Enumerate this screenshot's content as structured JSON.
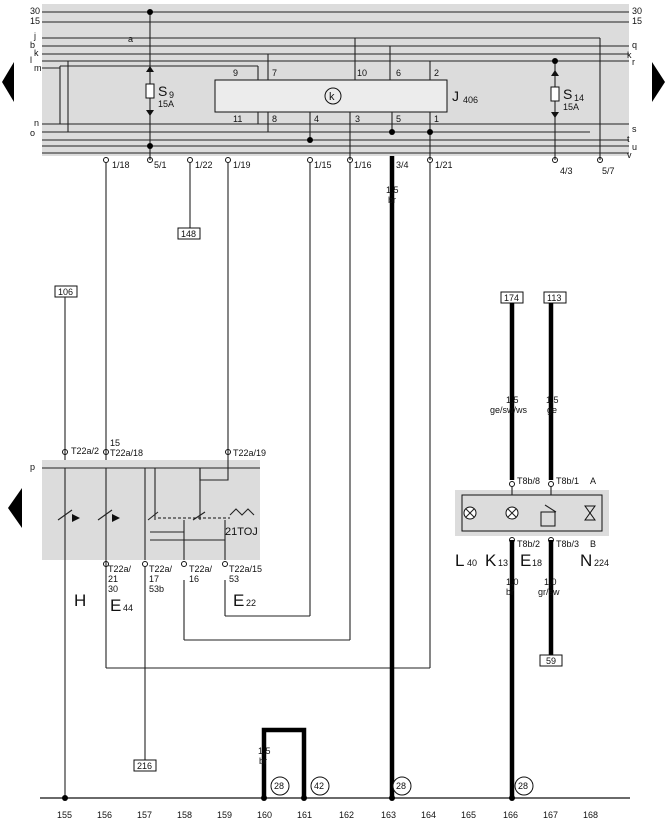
{
  "diagram": {
    "top_rails": {
      "left": [
        "30",
        "15"
      ],
      "right": [
        "30",
        "15"
      ]
    },
    "left_letters": [
      "j",
      "b",
      "k",
      "l",
      "m",
      "n",
      "o"
    ],
    "small_label_a": "a",
    "right_letters_top": [
      "q",
      "k",
      "r"
    ],
    "right_letters_bottom": [
      "s",
      "t",
      "u",
      "v"
    ],
    "fuse_s9": {
      "name": "S",
      "sub": "9",
      "rating": "15A"
    },
    "fuse_s14": {
      "name": "S",
      "sub": "14",
      "rating": "15A"
    },
    "relay": {
      "name": "J",
      "sub": "406",
      "symbol": "k"
    },
    "relay_pins_top": [
      "9",
      "7",
      "10",
      "6",
      "2"
    ],
    "relay_pins_bottom": [
      "11",
      "8",
      "4",
      "3",
      "5",
      "1"
    ],
    "connectors_top": [
      "1/18",
      "5/1",
      "1/22",
      "1/19",
      "1/15",
      "1/16",
      "3/4",
      "1/21",
      "4/3",
      "5/7"
    ],
    "wire_center": {
      "size": "1,5",
      "color": "br"
    },
    "ref_148": "148",
    "ref_106": "106",
    "ref_174": "174",
    "ref_113": "113",
    "ref_59": "59",
    "ref_216": "216",
    "wire_174": {
      "size": "1,5",
      "color": "ge/sw/ws"
    },
    "wire_113": {
      "size": "1,5",
      "color": "ge"
    },
    "left_switch_connectors_top": [
      "T22a/2",
      "15",
      "T22a/18",
      "T22a/19"
    ],
    "left_p": "p",
    "label_21toj": "21TOJ",
    "left_switch_connectors_bottom": [
      "T22a/",
      "21",
      "30",
      "T22a/",
      "17",
      "53b",
      "T22a/",
      "16",
      "T22a/15",
      "53"
    ],
    "component_h": "H",
    "component_e44": {
      "name": "E",
      "sub": "44"
    },
    "component_e22": {
      "name": "E",
      "sub": "22"
    },
    "right_connectors_top": [
      "T8b/8",
      "T8b/1",
      "A"
    ],
    "right_connectors_bottom": [
      "T8b/2",
      "T8b/3",
      "B"
    ],
    "component_l40": {
      "name": "L",
      "sub": "40"
    },
    "component_k13": {
      "name": "K",
      "sub": "13"
    },
    "component_e18": {
      "name": "E",
      "sub": "18"
    },
    "component_n224": {
      "name": "N",
      "sub": "224"
    },
    "wire_k13": {
      "size": "1,0",
      "color": "br"
    },
    "wire_e18": {
      "size": "1,0",
      "color": "gr/sw"
    },
    "wire_ground_loop": {
      "size": "1,5",
      "color": "br"
    },
    "ground_circles": [
      "28",
      "42",
      "28",
      "28"
    ],
    "track_numbers": [
      "155",
      "156",
      "157",
      "158",
      "159",
      "160",
      "161",
      "162",
      "163",
      "164",
      "165",
      "166",
      "167",
      "168"
    ]
  }
}
